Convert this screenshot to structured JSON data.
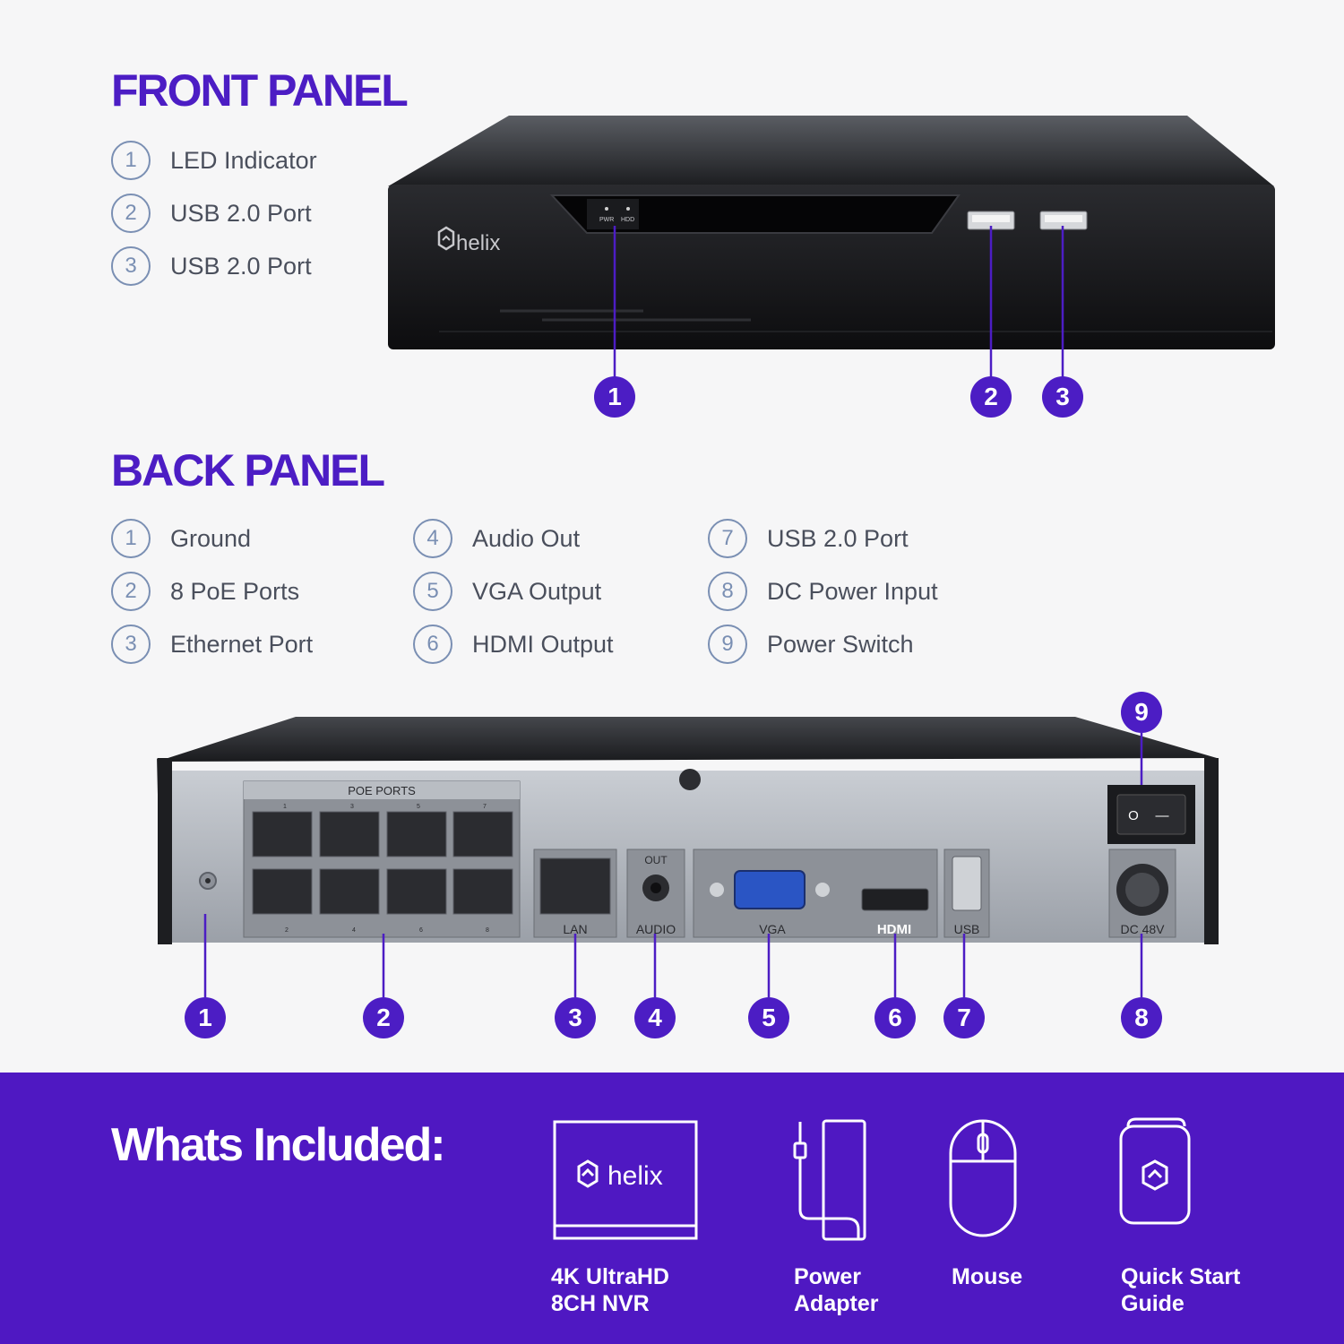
{
  "colors": {
    "accent": "#4c1dc4",
    "band": "#4f18c2",
    "legend_ring": "#7a8fb3",
    "background": "#f6f6f7"
  },
  "front_panel": {
    "title": "FRONT PANEL",
    "items": [
      {
        "num": "1",
        "label": "LED Indicator"
      },
      {
        "num": "2",
        "label": "USB 2.0 Port"
      },
      {
        "num": "3",
        "label": "USB 2.0 Port"
      }
    ],
    "device": {
      "brand": "helix",
      "led_labels": [
        "PWR",
        "HDD"
      ]
    },
    "callouts": [
      "1",
      "2",
      "3"
    ]
  },
  "back_panel": {
    "title": "BACK PANEL",
    "items": [
      {
        "num": "1",
        "label": "Ground"
      },
      {
        "num": "2",
        "label": "8 PoE Ports"
      },
      {
        "num": "3",
        "label": "Ethernet Port"
      },
      {
        "num": "4",
        "label": "Audio Out"
      },
      {
        "num": "5",
        "label": "VGA Output"
      },
      {
        "num": "6",
        "label": "HDMI Output"
      },
      {
        "num": "7",
        "label": "USB 2.0 Port"
      },
      {
        "num": "8",
        "label": "DC Power Input"
      },
      {
        "num": "9",
        "label": "Power Switch"
      }
    ],
    "device": {
      "poe_header": "POE PORTS",
      "poe_top_numbers": [
        "1",
        "3",
        "5",
        "7"
      ],
      "poe_bottom_numbers": [
        "2",
        "4",
        "6",
        "8"
      ],
      "lan": "LAN",
      "audio_top": "OUT",
      "audio": "AUDIO",
      "vga": "VGA",
      "hdmi": "HDMI",
      "usb": "USB",
      "dc": "DC 48V",
      "switch_off": "O",
      "switch_on": "—"
    },
    "callouts": [
      "1",
      "2",
      "3",
      "4",
      "5",
      "6",
      "7",
      "8",
      "9"
    ]
  },
  "included": {
    "title": "Whats Included:",
    "items": [
      {
        "label": "4K UltraHD\n8CH NVR",
        "icon": "nvr-box-icon",
        "brand": "helix"
      },
      {
        "label": "Power\nAdapter",
        "icon": "power-adapter-icon"
      },
      {
        "label": "Mouse",
        "icon": "mouse-icon"
      },
      {
        "label": "Quick Start\nGuide",
        "icon": "quick-start-guide-icon"
      }
    ]
  }
}
